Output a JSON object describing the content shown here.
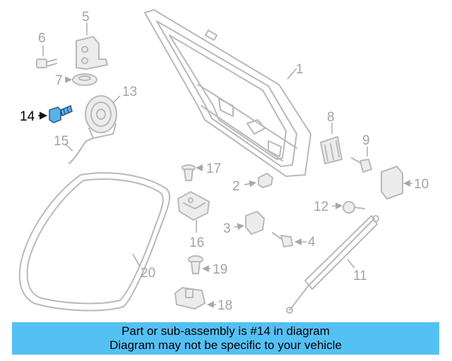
{
  "diagram": {
    "highlighted_part": "14",
    "accent_color": "#55c0f4",
    "callouts": [
      {
        "id": "c1",
        "label": "1"
      },
      {
        "id": "c2",
        "label": "2"
      },
      {
        "id": "c3",
        "label": "3"
      },
      {
        "id": "c4",
        "label": "4"
      },
      {
        "id": "c5",
        "label": "5"
      },
      {
        "id": "c6",
        "label": "6"
      },
      {
        "id": "c7",
        "label": "7"
      },
      {
        "id": "c8",
        "label": "8"
      },
      {
        "id": "c9",
        "label": "9"
      },
      {
        "id": "c10",
        "label": "10"
      },
      {
        "id": "c11",
        "label": "11"
      },
      {
        "id": "c12",
        "label": "12"
      },
      {
        "id": "c13",
        "label": "13"
      },
      {
        "id": "c14",
        "label": "14"
      },
      {
        "id": "c15",
        "label": "15"
      },
      {
        "id": "c16",
        "label": "16"
      },
      {
        "id": "c17",
        "label": "17"
      },
      {
        "id": "c18",
        "label": "18"
      },
      {
        "id": "c19",
        "label": "19"
      },
      {
        "id": "c20",
        "label": "20"
      }
    ]
  },
  "banner": {
    "line1": "Part or sub-assembly is #14 in diagram",
    "line2": "Diagram may not be specific to your vehicle"
  }
}
